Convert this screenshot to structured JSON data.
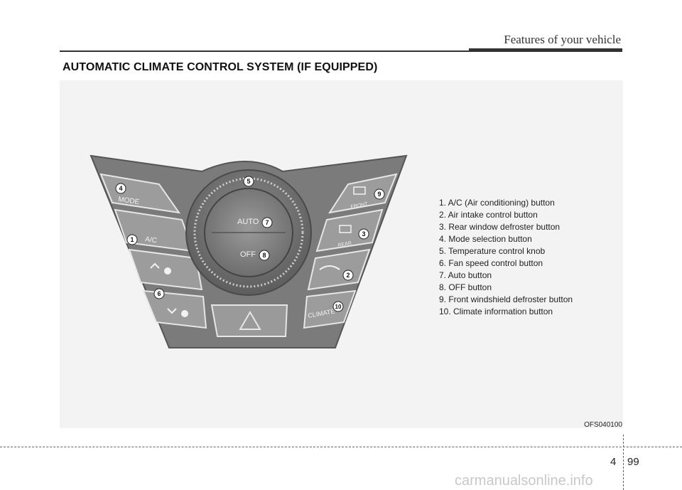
{
  "header": {
    "title": "Features of your vehicle"
  },
  "section": {
    "title": "AUTOMATIC CLIMATE CONTROL SYSTEM (IF EQUIPPED)"
  },
  "figure": {
    "code": "OFS040100",
    "legend": [
      "1. A/C (Air conditioning) button",
      "2. Air intake control button",
      "3. Rear window defroster button",
      "4. Mode selection button",
      "5. Temperature control knob",
      "6. Fan speed control button",
      "7. Auto button",
      "8. OFF button",
      "9. Front windshield defroster button",
      "10. Climate information button"
    ],
    "panel_labels": {
      "mode": "MODE",
      "ac": "A/C",
      "auto": "AUTO",
      "off": "OFF",
      "front": "FRONT",
      "rear": "REAR",
      "climate": "CLIMATE"
    },
    "callouts": {
      "c1": "1",
      "c2": "2",
      "c3": "3",
      "c4": "4",
      "c5": "5",
      "c6": "6",
      "c7": "7",
      "c8": "8",
      "c9": "9",
      "c10": "10"
    }
  },
  "footer": {
    "chapter": "4",
    "page": "99"
  },
  "watermark": "carmanualsonline.info"
}
